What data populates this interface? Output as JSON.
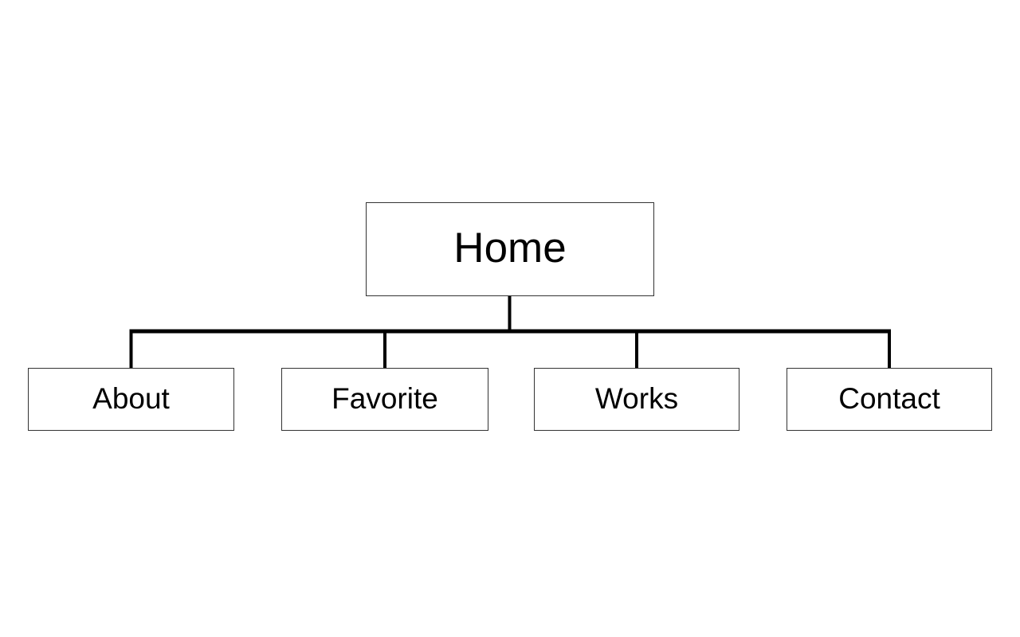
{
  "diagram": {
    "type": "sitemap-tree",
    "root": {
      "label": "Home"
    },
    "children": [
      {
        "label": "About"
      },
      {
        "label": "Favorite"
      },
      {
        "label": "Works"
      },
      {
        "label": "Contact"
      }
    ],
    "colors": {
      "background": "#ffffff",
      "node_fill": "#ffffff",
      "node_border": "#333333",
      "connector": "#000000",
      "text": "#000000"
    }
  }
}
